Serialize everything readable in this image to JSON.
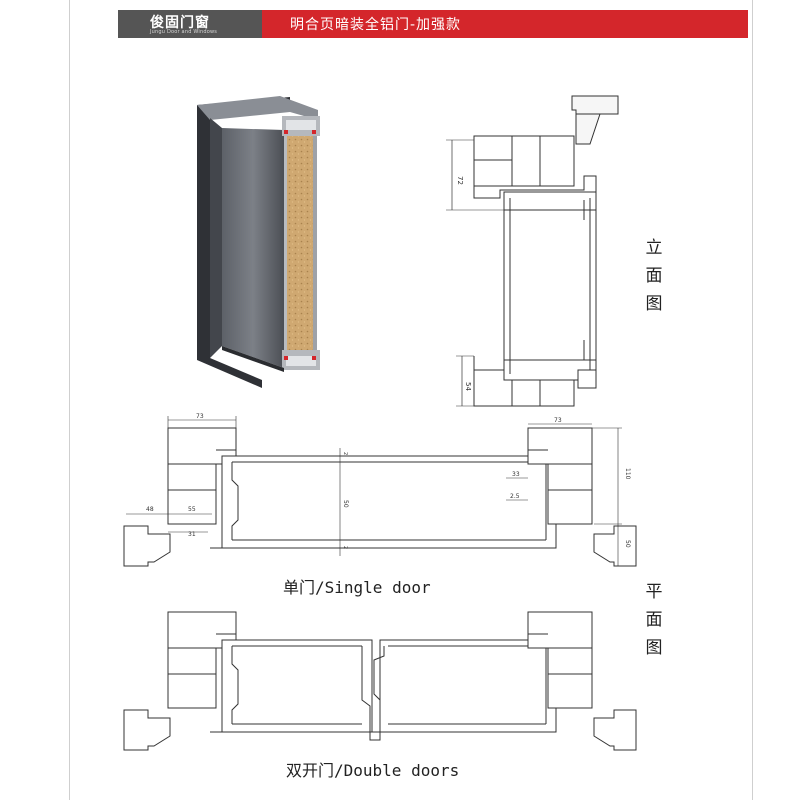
{
  "header": {
    "brand_title": "俊固门窗",
    "brand_subtitle": "Jungu Door and Windows",
    "product_title": "明合页暗装全铝门-加强款"
  },
  "labels": {
    "elevation": [
      "立",
      "面",
      "图"
    ],
    "plan": [
      "平",
      "面",
      "图"
    ],
    "single_door": "单门/Single door",
    "double_doors": "双开门/Double doors"
  },
  "dimensions": {
    "elev_top": "72",
    "elev_bottom": "54",
    "plan_left_top": "73",
    "plan_right_top": "73",
    "plan_left_48": "48",
    "plan_left_55": "55",
    "plan_left_31": "31",
    "plan_thickness": "50",
    "plan_inner_top": "2",
    "plan_inner_bot": "2",
    "plan_33": "33",
    "plan_25": "2.5",
    "plan_110": "110",
    "plan_50b": "50"
  },
  "colors": {
    "header_gray": "#555555",
    "header_red": "#d4262b",
    "line": "#333333",
    "panel_dark": "#3b3e44",
    "panel_mid": "#6b6f76",
    "core": "#c9a46a",
    "gasket": "#d4262b"
  }
}
